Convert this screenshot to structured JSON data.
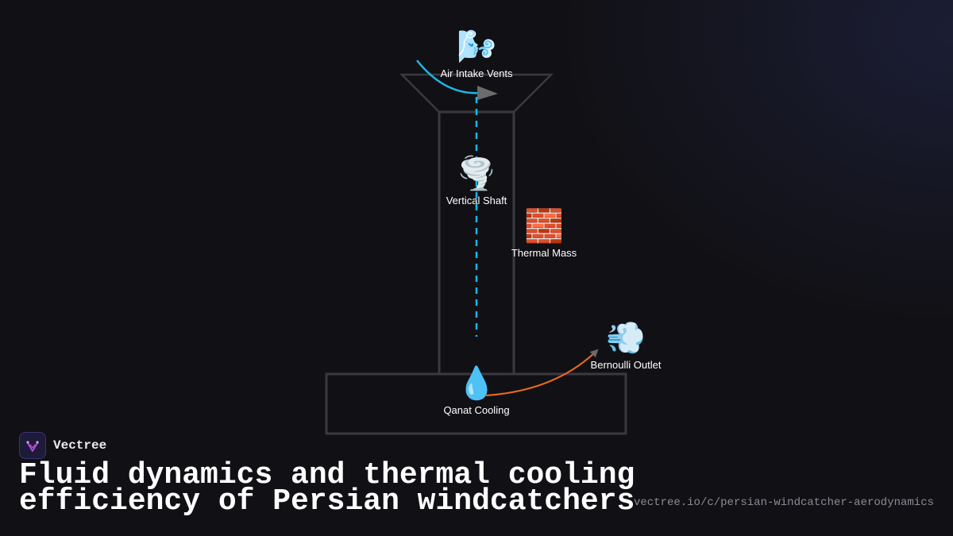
{
  "nodes": {
    "intake": {
      "icon": "🌬️",
      "icon_name": "wind-face-icon",
      "label": "Air Intake Vents"
    },
    "shaft": {
      "icon": "🌪️",
      "icon_name": "tornado-icon",
      "label": "Vertical Shaft"
    },
    "thermal": {
      "icon": "🧱",
      "icon_name": "brick-icon",
      "label": "Thermal Mass"
    },
    "outlet": {
      "icon": "💨",
      "icon_name": "dash-wind-icon",
      "label": "Bernoulli Outlet"
    },
    "qanat": {
      "icon": "💧",
      "icon_name": "droplet-icon",
      "label": "Qanat Cooling"
    }
  },
  "colors": {
    "background": "#111115",
    "structure": "#3a3a3e",
    "airflow": "#1ab8e6",
    "outflow": "#ec6a1f",
    "arrowhead": "#6b6b6b"
  },
  "brand": {
    "name": "Vectree"
  },
  "title": "Fluid dynamics and thermal cooling efficiency of Persian windcatchers",
  "url": "vectree.io/c/persian-windcatcher-aerodynamics"
}
